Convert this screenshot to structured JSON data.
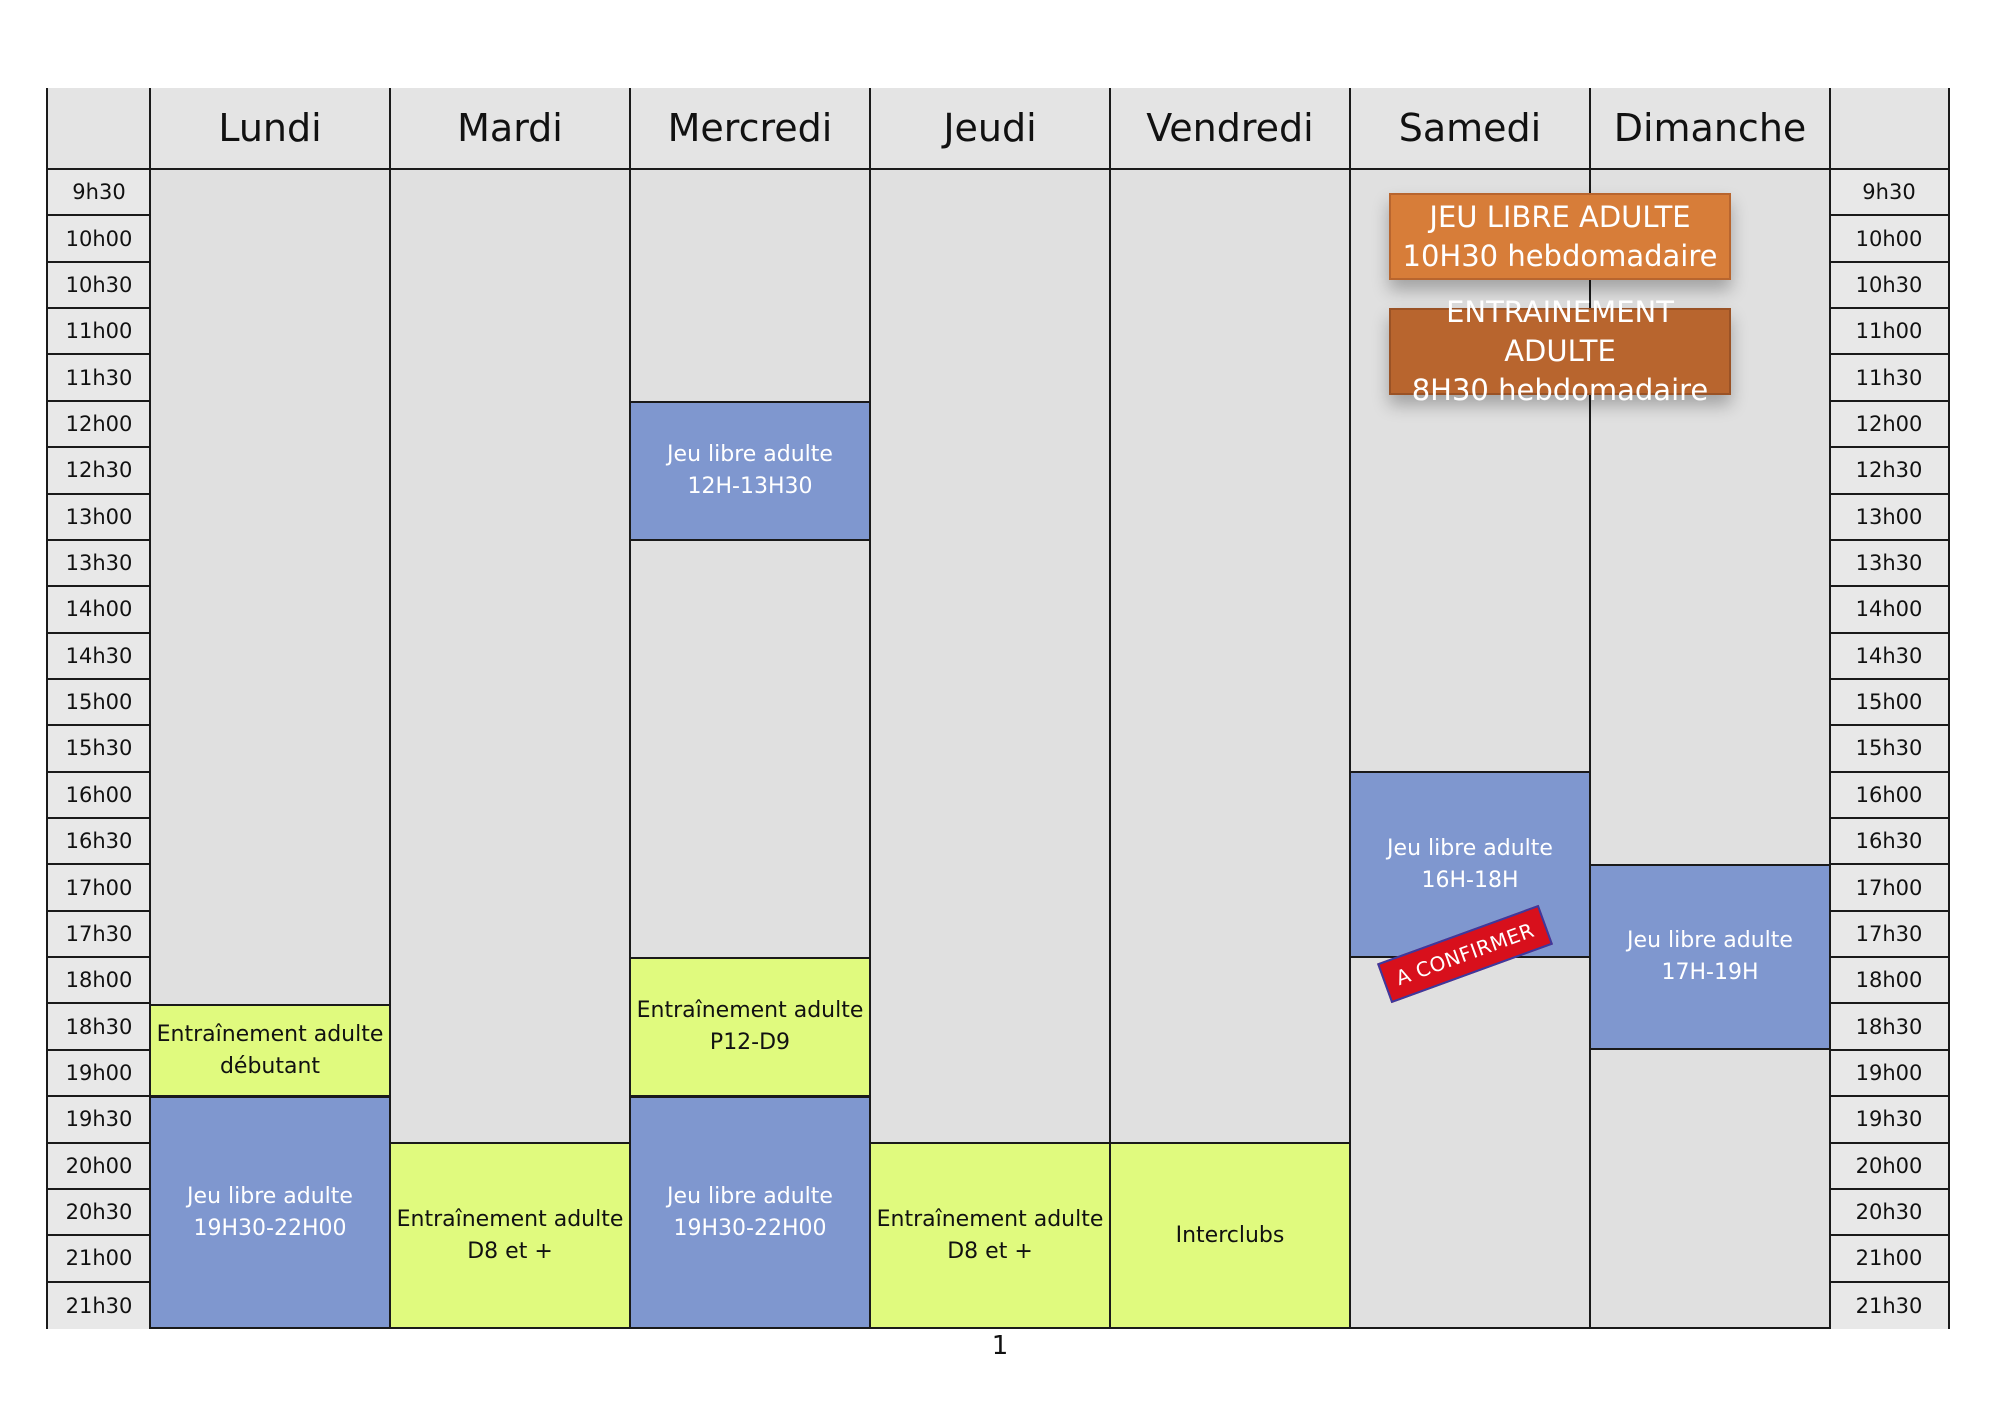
{
  "days": [
    "Lundi",
    "Mardi",
    "Mercredi",
    "Jeudi",
    "Vendredi",
    "Samedi",
    "Dimanche"
  ],
  "times": [
    "9h30",
    "10h00",
    "10h30",
    "11h00",
    "11h30",
    "12h00",
    "12h30",
    "13h00",
    "13h30",
    "14h00",
    "14h30",
    "15h00",
    "15h30",
    "16h00",
    "16h30",
    "17h00",
    "17h30",
    "18h00",
    "18h30",
    "19h00",
    "19h30",
    "20h00",
    "20h30",
    "21h00",
    "21h30"
  ],
  "events": {
    "lundi_debutant": {
      "line1": "Entraînement adulte",
      "line2": "débutant"
    },
    "lundi_jeu": {
      "line1": "Jeu libre adulte",
      "line2": "19H30-22H00"
    },
    "mardi_entr": {
      "line1": "Entraînement adulte",
      "line2": "D8 et +"
    },
    "mercredi_midi": {
      "line1": "Jeu libre adulte",
      "line2": "12H-13H30"
    },
    "mercredi_entr": {
      "line1": "Entraînement adulte",
      "line2": "P12-D9"
    },
    "mercredi_jeu": {
      "line1": "Jeu libre adulte",
      "line2": "19H30-22H00"
    },
    "jeudi_entr": {
      "line1": "Entraînement adulte",
      "line2": "D8 et +"
    },
    "vendredi_interclubs": {
      "line1": "Interclubs"
    },
    "samedi_jeu": {
      "line1": "Jeu libre adulte",
      "line2": "16H-18H"
    },
    "dimanche_jeu": {
      "line1": "Jeu libre adulte",
      "line2": "17H-19H"
    }
  },
  "banners": {
    "jeu_libre": {
      "line1": "JEU LIBRE ADULTE",
      "line2": "10H30 hebdomadaire"
    },
    "entrainement": {
      "line1": "ENTRAINEMENT ADULTE",
      "line2": "8H30 hebdomadaire"
    }
  },
  "stamp": "A CONFIRMER",
  "page_number": "1",
  "colors": {
    "blue": "#7f97cf",
    "green": "#e0fa7e",
    "orange": "#d77d39",
    "brown": "#b8652e",
    "stamp_red": "#d8101c",
    "grid_gray": "#dcdcdc"
  }
}
